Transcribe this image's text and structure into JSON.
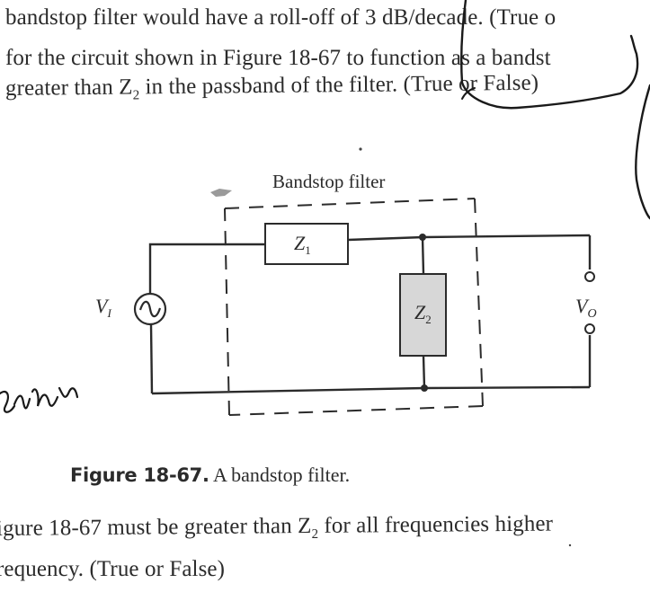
{
  "text": {
    "line1": "bandstop filter would have a roll-off of 3 dB/decade. (True o",
    "line2": "for the circuit shown in Figure 18-67 to function as a bandst",
    "line3_pre": "greater than Z",
    "line3_sub": "2",
    "line3_post": " in the passband of the filter. (True or False)",
    "line4_pre": "igure 18-67 must be greater than Z",
    "line4_sub": "2",
    "line4_post": " for all frequencies higher",
    "line5": "requency. (True or False)"
  },
  "figure": {
    "box_label": "Bandstop filter",
    "z1": "Z",
    "z1_sub": "1",
    "z2": "Z",
    "z2_sub": "2",
    "vin": "V",
    "vin_sub": "I",
    "vout": "V",
    "vout_sub": "O",
    "caption_label": "Figure 18-67.",
    "caption_text": " A bandstop filter."
  },
  "colors": {
    "ink": "#2b2b2b",
    "z2_fill": "#d7d7d7",
    "pen": "#1a1a1a"
  }
}
